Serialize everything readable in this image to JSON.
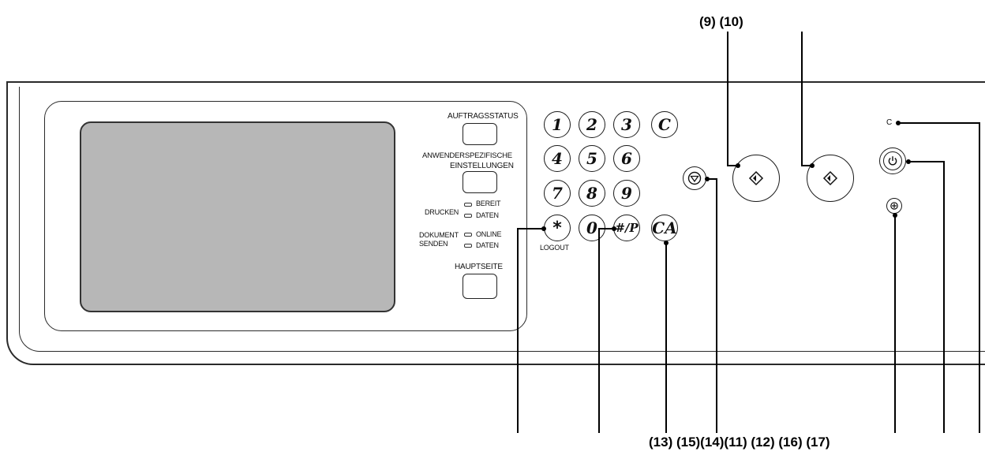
{
  "panel": {
    "auftragsstatus_label": "AUFTRAGSSTATUS",
    "anwender_label_line1": "ANWENDERSPEZIFISCHE",
    "anwender_label_line2": "EINSTELLUNGEN",
    "drucken_label": "DRUCKEN",
    "bereit_label": "BEREIT",
    "daten_label_1": "DATEN",
    "dokument_label_line1": "DOKUMENT",
    "dokument_label_line2": "SENDEN",
    "online_label": "ONLINE",
    "daten_label_2": "DATEN",
    "hauptseite_label": "HAUPTSEITE",
    "logout_label": "LOGOUT",
    "c_indicator": "C"
  },
  "keypad": {
    "keys": [
      "1",
      "2",
      "3",
      "C",
      "4",
      "5",
      "6",
      "7",
      "8",
      "9",
      "*",
      "0",
      "#/P",
      "CA"
    ]
  },
  "callouts": {
    "top": "(9) (10)",
    "bottom": "(13) (15)(14)(11) (12) (16) (17)"
  },
  "icons": {
    "stop": "stop-icon",
    "start": "start-diamond-icon",
    "power": "power-icon",
    "energy": "energy-save-icon"
  }
}
